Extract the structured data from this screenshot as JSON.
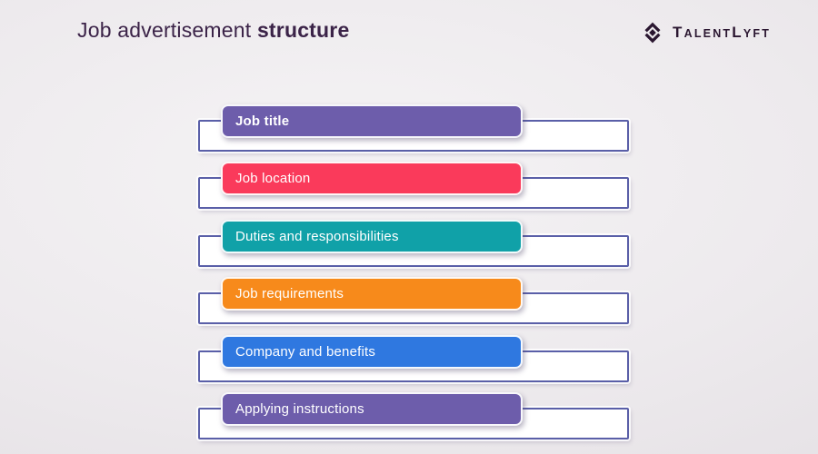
{
  "title": {
    "regular": "Job advertisement",
    "bold": "structure"
  },
  "logo": {
    "part1": "T",
    "part2": "ALENT",
    "part3": "L",
    "part4": "YFT",
    "icon": "talentlyft-diamond-icon",
    "color": "#2A1630"
  },
  "rows": [
    {
      "label": "Job title",
      "color": "#6D5DAB",
      "bold": true
    },
    {
      "label": "Job location",
      "color": "#FA3A5B",
      "bold": false
    },
    {
      "label": "Duties and responsibilities",
      "color": "#10A1A8",
      "bold": false
    },
    {
      "label": "Job requirements",
      "color": "#F78A1B",
      "bold": false
    },
    {
      "label": "Company and benefits",
      "color": "#2F78E0",
      "bold": false
    },
    {
      "label": "Applying instructions",
      "color": "#6D5DAB",
      "bold": false
    }
  ],
  "colors": {
    "outline_border": "#5A5FA8",
    "title_text": "#3B2348",
    "bar_text": "#FFFFFF",
    "background": "#EAE7EA"
  }
}
